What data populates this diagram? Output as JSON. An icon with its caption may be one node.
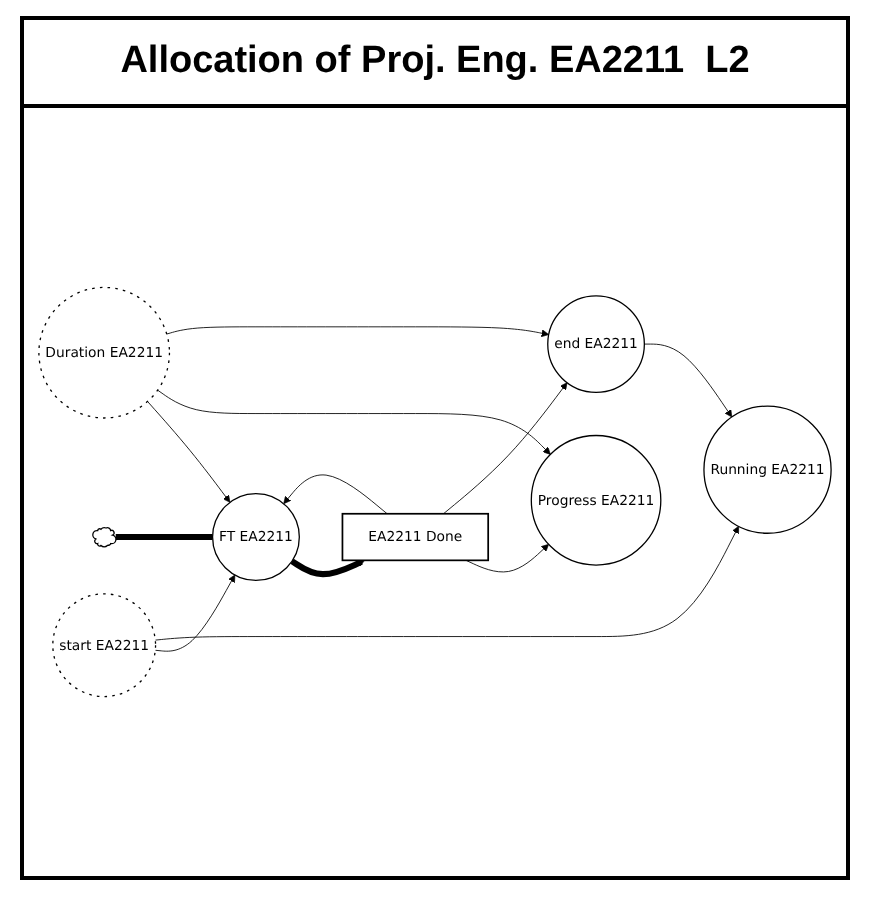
{
  "diagram": {
    "title": "Allocation of Proj. Eng. EA2211  L2",
    "nodes": [
      {
        "text": [],
        "shape": "cloud"
      },
      {
        "text": [
          "FT EA2211"
        ]
      },
      {
        "text": [
          "EA2211 Done"
        ]
      },
      {
        "text": [
          "start EA2211"
        ]
      },
      {
        "text": [
          "Duration EA2211"
        ]
      },
      {
        "text": [
          "Progress EA2211"
        ]
      },
      {
        "text": [
          "Running EA2211"
        ]
      },
      {
        "text": [
          "end EA2211"
        ]
      }
    ],
    "edges": [
      {
        "from": 0,
        "to": 1,
        "arrow": "none",
        "style": "thick"
      },
      {
        "from": 1,
        "to": 2,
        "arrow": "to",
        "style": "thick"
      },
      {
        "from": 2,
        "to": 1,
        "arrow": "to"
      },
      {
        "from": 3,
        "to": 1,
        "arrow": "to"
      },
      {
        "from": 4,
        "to": 1,
        "arrow": "to"
      },
      {
        "from": 3,
        "to": 6,
        "arrow": "to"
      },
      {
        "from": 4,
        "to": 5,
        "arrow": "to"
      },
      {
        "from": 4,
        "to": 7,
        "arrow": "to"
      },
      {
        "from": 2,
        "to": 5,
        "arrow": "to"
      },
      {
        "from": 2,
        "to": 7,
        "arrow": "to"
      },
      {
        "from": 7,
        "to": 6,
        "arrow": "to"
      }
    ]
  }
}
